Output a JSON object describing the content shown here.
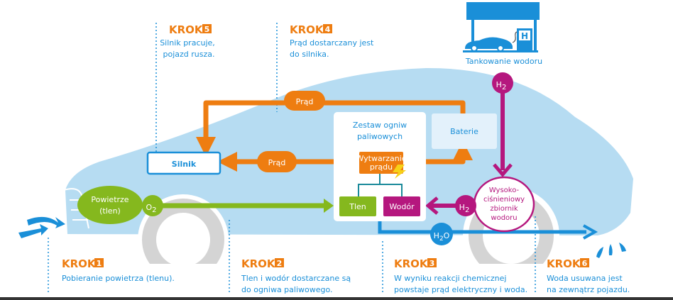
{
  "colors": {
    "orange": "#ee7d11",
    "green": "#85b81e",
    "magenta": "#b5177e",
    "blue": "#1a8fd8",
    "car": "#b6dcf2",
    "teal": "#1a8a9a"
  },
  "steps": [
    {
      "label": "KROK",
      "num": "1",
      "lines": [
        "Pobieranie powietrza (tlenu)."
      ]
    },
    {
      "label": "KROK",
      "num": "2",
      "lines": [
        "Tlen i wodór dostarczane są",
        "do ogniwa paliwowego."
      ]
    },
    {
      "label": "KROK",
      "num": "3",
      "lines": [
        "W wyniku reakcji chemicznej",
        "powstaje prąd elektryczny i woda."
      ]
    },
    {
      "label": "KROK",
      "num": "4",
      "lines": [
        "Prąd dostarczany jest",
        "do silnika."
      ]
    },
    {
      "label": "KROK",
      "num": "5",
      "lines": [
        "Silnik pracuje,",
        "pojazd rusza."
      ]
    },
    {
      "label": "KROK",
      "num": "6",
      "lines": [
        "Woda usuwana jest",
        "na zewnątrz pojazdu."
      ]
    }
  ],
  "station": {
    "label": "Tankowanie wodoru",
    "pump_letter": "H"
  },
  "nodes": {
    "engine": "Silnik",
    "current_top": "Prąd",
    "current_mid": "Prąd",
    "fuel_cell": [
      "Zestaw ogniw",
      "paliwowych"
    ],
    "generation": [
      "Wytwarzanie",
      "prądu"
    ],
    "oxygen_box": "Tlen",
    "hydrogen_box": "Wodór",
    "battery": "Baterie",
    "air": [
      "Powietrze",
      "(tlen)"
    ],
    "o2": {
      "base": "O",
      "sub": "2"
    },
    "h2_top": {
      "base": "H",
      "sub": "2"
    },
    "h2_tank": {
      "base": "H",
      "sub": "2"
    },
    "h2o": {
      "base": "H",
      "sub": "2",
      "end": "O"
    },
    "tank": [
      "Wysoko-",
      "ciśnieniowy",
      "zbiornik",
      "wodoru"
    ]
  }
}
